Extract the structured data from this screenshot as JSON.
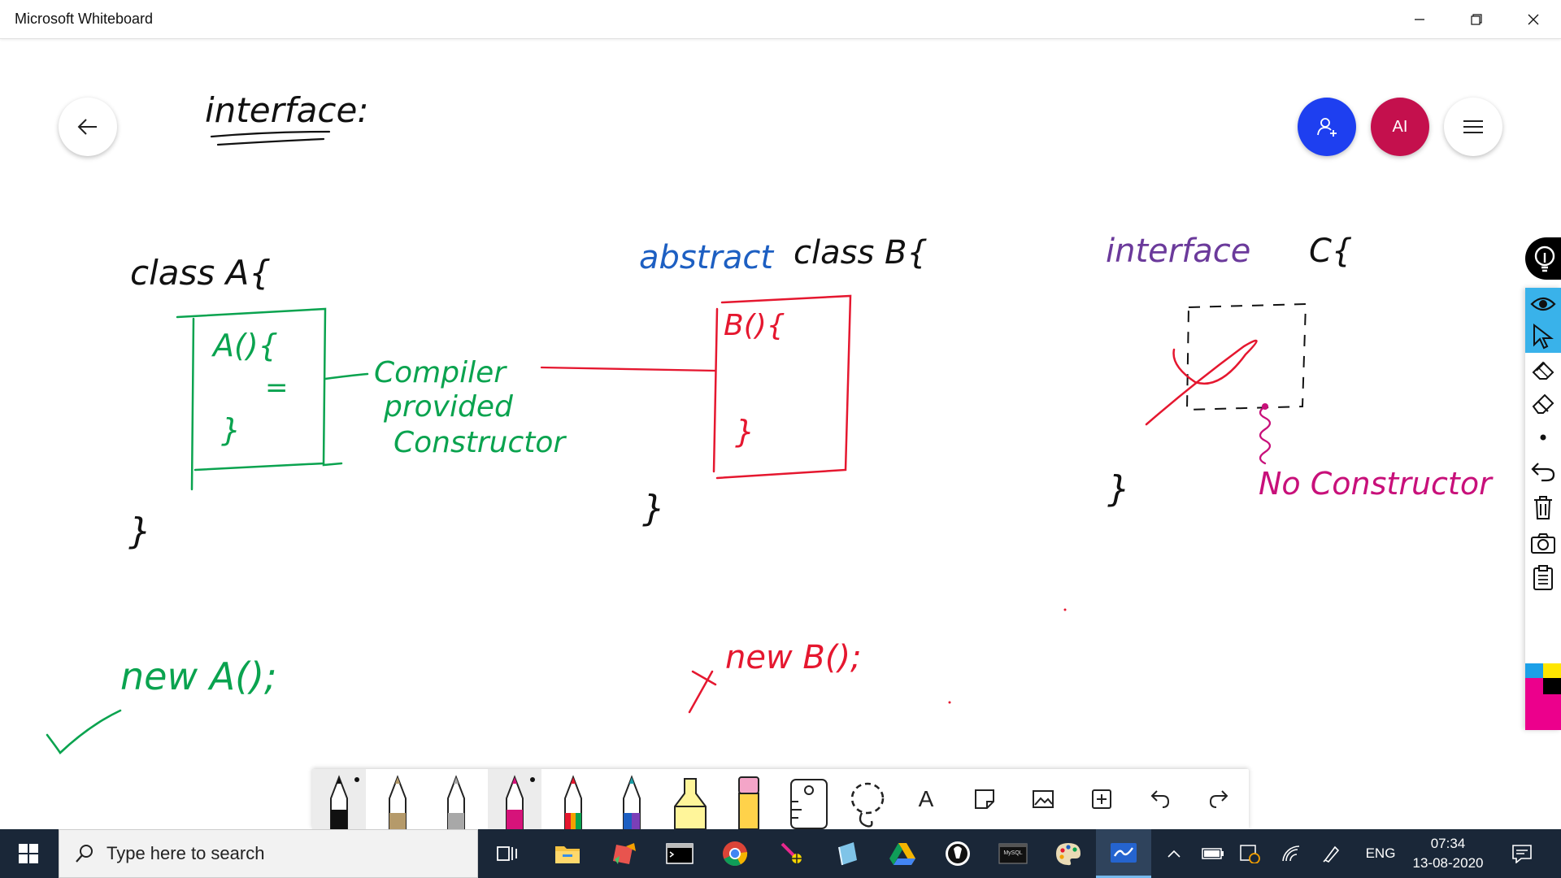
{
  "window": {
    "title": "Microsoft Whiteboard"
  },
  "board": {
    "heading": "interface:",
    "class_a": {
      "header": "class A{",
      "constructor_header": "A(){",
      "constructor_body": "=",
      "constructor_close": "}",
      "close": "}",
      "note": [
        "Compiler",
        "provided",
        "Constructor"
      ]
    },
    "class_b": {
      "abstract_keyword": "abstract",
      "header": "class B{",
      "constructor_header": "B(){",
      "constructor_close": "}",
      "close": "}"
    },
    "interface_c": {
      "keyword": "interface",
      "header": "C{",
      "close": "}",
      "note": "No Constructor"
    },
    "instantiate_a": "new A();",
    "instantiate_b": "new B();",
    "colors": {
      "black": "#111111",
      "green": "#0aa34f",
      "red": "#e5172f",
      "blue": "#1d5fc2",
      "purple": "#6b3a9b",
      "magenta": "#c8107a"
    }
  },
  "toolbar": {
    "user_initials": "AI",
    "side_tools": [
      "lightbulb-icon",
      "eye-icon",
      "cursor-icon",
      "lasso-eraser-icon",
      "eraser-icon",
      "dot-icon",
      "undo-icon",
      "trash-icon",
      "camera-icon",
      "clipboard-icon"
    ],
    "pens": [
      "black-pen",
      "gold-pen",
      "silver-pen",
      "magenta-pen",
      "rainbow-pen",
      "galaxy-pen",
      "highlighter",
      "eraser",
      "ruler",
      "lasso"
    ],
    "actions": [
      "text-icon",
      "sticky-note-icon",
      "image-icon",
      "add-icon",
      "undo-icon",
      "redo-icon"
    ],
    "text_tool_label": "A"
  },
  "taskbar": {
    "search_placeholder": "Type here to search",
    "language": "ENG",
    "time": "07:34",
    "date": "13-08-2020",
    "mysql_label": "MySQL"
  }
}
